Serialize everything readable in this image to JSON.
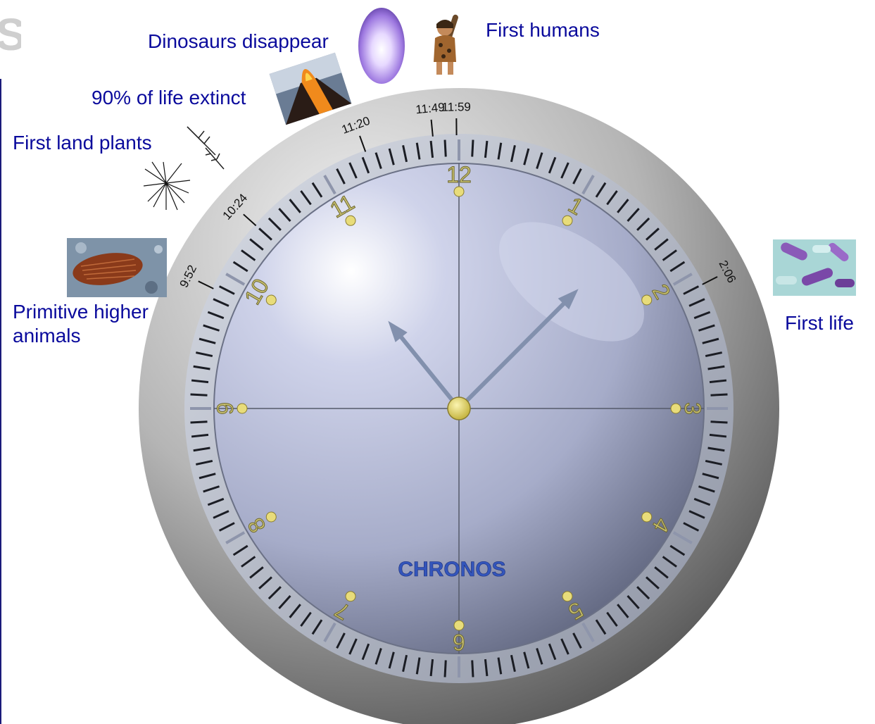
{
  "clock": {
    "brand": "CHRONOS",
    "numerals": [
      "12",
      "1",
      "2",
      "3",
      "4",
      "5",
      "6",
      "7",
      "8",
      "9",
      "10",
      "11"
    ],
    "hour_hand_hour": 10.7,
    "minute_hand_minute": 7.5
  },
  "events": [
    {
      "time": "11:59",
      "hour": 11.983,
      "caption": "First humans",
      "image": "caveman-icon"
    },
    {
      "time": "11:49",
      "hour": 11.817,
      "caption": "Dinosaurs disappear",
      "image": "asteroid-icon"
    },
    {
      "time": "11:20",
      "hour": 11.333,
      "caption": "90% of life extinct",
      "image": "volcano-icon"
    },
    {
      "time": "10:24",
      "hour": 10.4,
      "caption": "First land plants",
      "image": "plant-icon"
    },
    {
      "time": "9:52",
      "hour": 9.867,
      "caption": "Primitive higher animals",
      "image": "fossil-icon"
    },
    {
      "time": "2:06",
      "hour": 2.1,
      "caption": "First life",
      "image": "bacteria-icon"
    }
  ],
  "colors": {
    "caption": "#0a0a9c",
    "brand": "#3355bb",
    "numeral_dot": "#e8dc7a",
    "hand": "#8290ad"
  },
  "corner_fragment": "S"
}
